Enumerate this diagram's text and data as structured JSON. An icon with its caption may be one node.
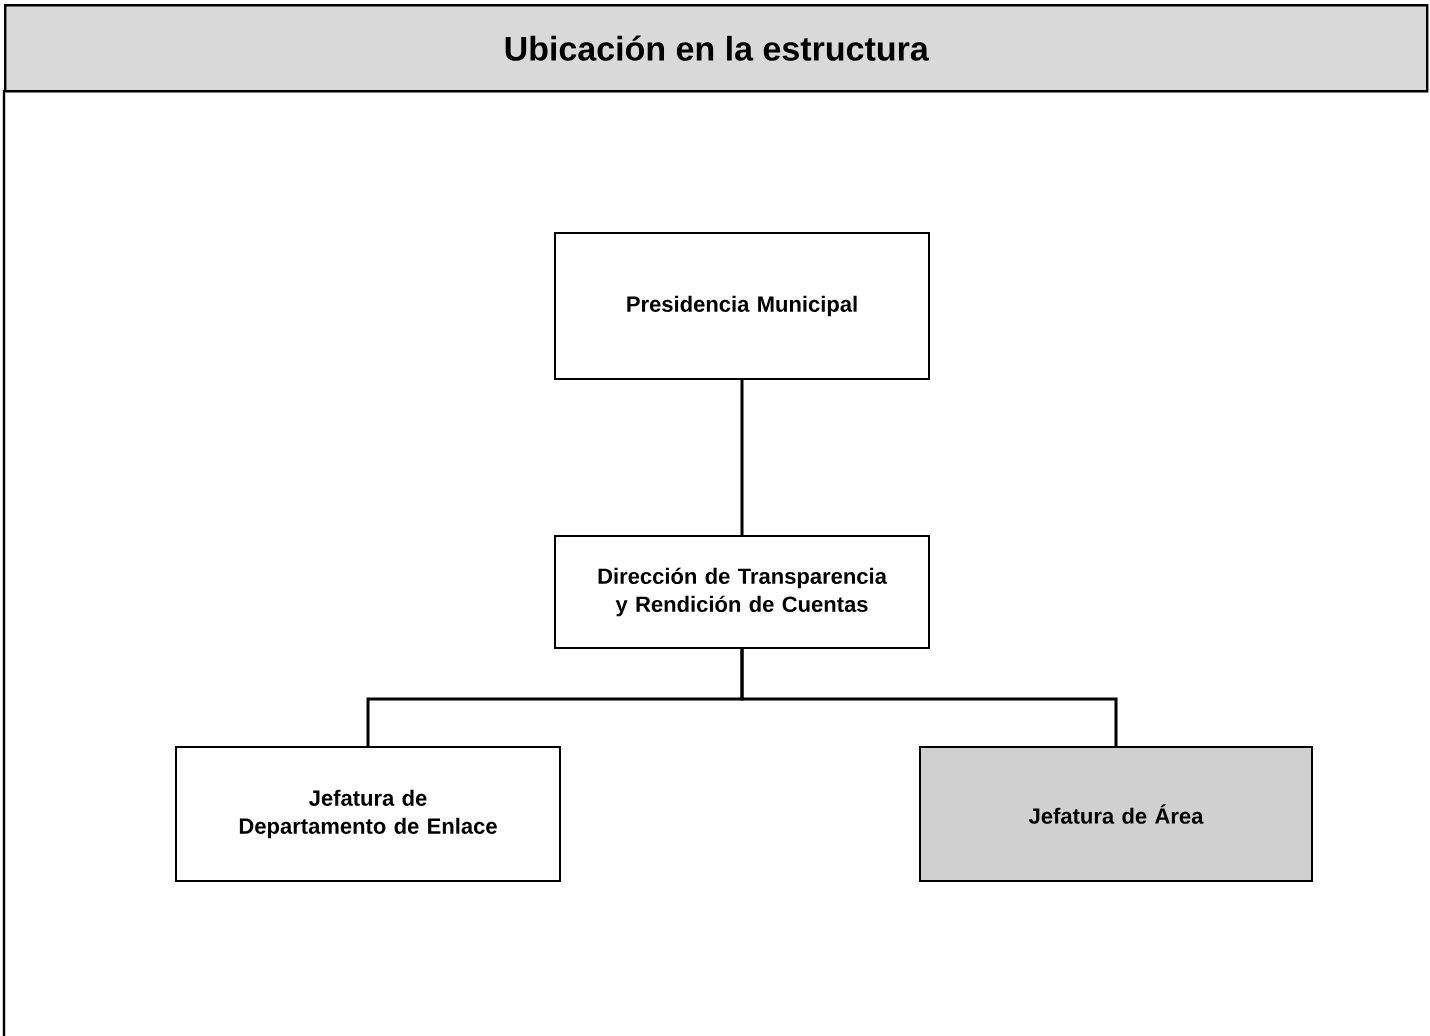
{
  "diagram": {
    "title": "Ubicación en la estructura",
    "nodes": [
      {
        "text": [
          "Presidencia Municipal"
        ]
      },
      {
        "text": [
          "Dirección de Transparencia y Rendición de Cuentas"
        ]
      },
      {
        "text": [
          "Jefatura de Departamento de Enlace"
        ]
      },
      {
        "text": [
          "Jefatura de Área"
        ]
      }
    ],
    "edges": [
      {
        "from": 0,
        "to": 1,
        "arrow": "none"
      },
      {
        "from": 1,
        "to": 2,
        "arrow": "none"
      },
      {
        "from": 1,
        "to": 3,
        "arrow": "none"
      }
    ]
  }
}
